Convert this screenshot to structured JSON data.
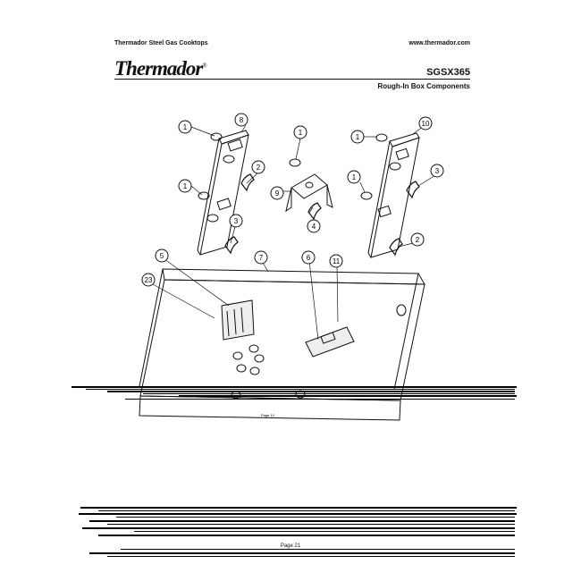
{
  "header": {
    "left_text": "Thermador Steel Gas Cooktops",
    "right_text": "www.thermador.com",
    "brand": "Thermador",
    "brand_mark": "®",
    "model": "SGSX365",
    "subtitle": "Rough-In Box Components"
  },
  "diagram": {
    "callouts": [
      "1",
      "1",
      "1",
      "1",
      "1",
      "2",
      "2",
      "3",
      "3",
      "4",
      "5",
      "6",
      "7",
      "8",
      "9",
      "10",
      "11",
      "23"
    ],
    "plate_label": "Page 10"
  },
  "footer": {
    "page": "Page 21"
  }
}
